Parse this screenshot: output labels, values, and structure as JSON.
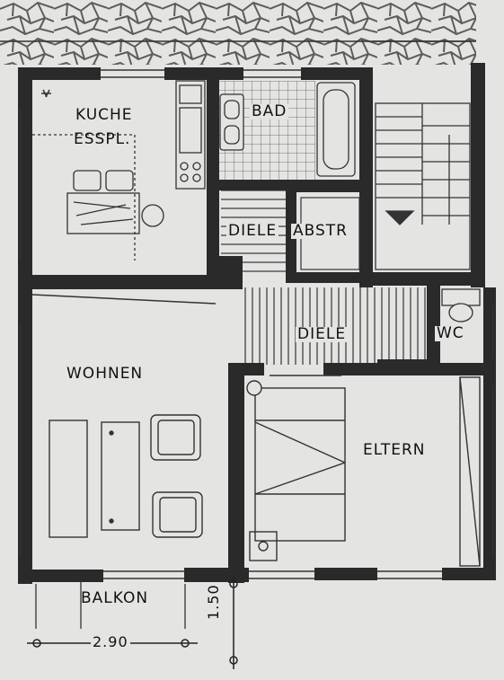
{
  "rooms": {
    "kueche": "KUCHE",
    "esspl": "ESSPL.",
    "bad": "BAD",
    "diele_upper": "DIELE",
    "abstr": "ABSTR",
    "diele": "DIELE",
    "wc": "WC",
    "wohnen": "WOHNEN",
    "eltern": "ELTERN",
    "balkon": "BALKON"
  },
  "dimensions": {
    "width": "2.90",
    "depth": "1.50"
  }
}
